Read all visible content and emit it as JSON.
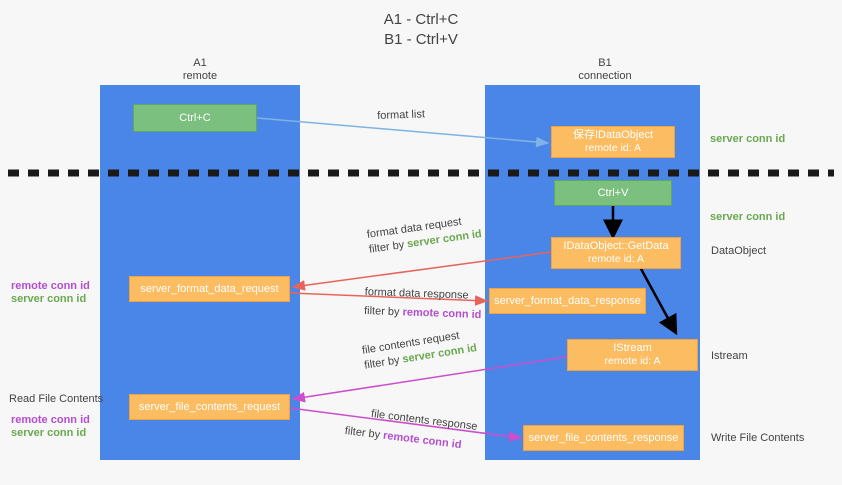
{
  "title": {
    "line1": "A1 - Ctrl+C",
    "line2": "B1 - Ctrl+V"
  },
  "columns": [
    {
      "id": "a1",
      "name": "A1",
      "role": "remote"
    },
    {
      "id": "b1",
      "name": "B1",
      "role": "connection"
    }
  ],
  "nodes": {
    "ctrl_c": {
      "label": "Ctrl+C"
    },
    "save_idataobject": {
      "label": "保存IDataObject",
      "sub": "remote id: A"
    },
    "ctrl_v": {
      "label": "Ctrl+V"
    },
    "getdata": {
      "label": "IDataObject::GetData",
      "sub": "remote id: A"
    },
    "format_data_request": {
      "label": "server_format_data_request"
    },
    "format_data_response": {
      "label": "server_format_data_response"
    },
    "istream": {
      "label": "IStream",
      "sub": "remote id: A"
    },
    "file_contents_request": {
      "label": "server_file_contents_request"
    },
    "file_contents_response": {
      "label": "server_file_contents_response"
    }
  },
  "edges": {
    "format_list": {
      "label": "format list"
    },
    "format_data_request": {
      "label": "format data request",
      "filter_prefix": "filter by ",
      "filter_value": "server conn id"
    },
    "format_data_response": {
      "label": "format data response",
      "filter_prefix": "filter by ",
      "filter_value": "remote conn id"
    },
    "file_contents_request": {
      "label": "file contents request",
      "filter_prefix": "filter by ",
      "filter_value": "server conn id"
    },
    "file_contents_response": {
      "label": "file contents response",
      "filter_prefix": "filter by ",
      "filter_value": "remote conn id"
    }
  },
  "right_labels": {
    "server_conn_id_top": "server conn id",
    "server_conn_id_mid": "server conn id",
    "dataobject": "DataObject",
    "istream": "Istream",
    "write_file_contents": "Write File Contents"
  },
  "left_labels": {
    "remote_conn_id_1": "remote conn id",
    "server_conn_id_1": "server conn id",
    "read_file_contents": "Read File Contents",
    "remote_conn_id_2": "remote conn id",
    "server_conn_id_2": "server conn id"
  },
  "colors": {
    "lane": "#4a86e8",
    "green_node": "#7bc07e",
    "orange_node": "#fbbc62",
    "green_text": "#6aa84f",
    "purple_text": "#b44ed0",
    "red_arrow": "#e8645a",
    "magenta_arrow": "#cc4ecc",
    "blue_arrow": "#7fb2e5",
    "black_arrow": "#000000",
    "divider": "#1a1a1a",
    "background": "#f7f7f7"
  }
}
